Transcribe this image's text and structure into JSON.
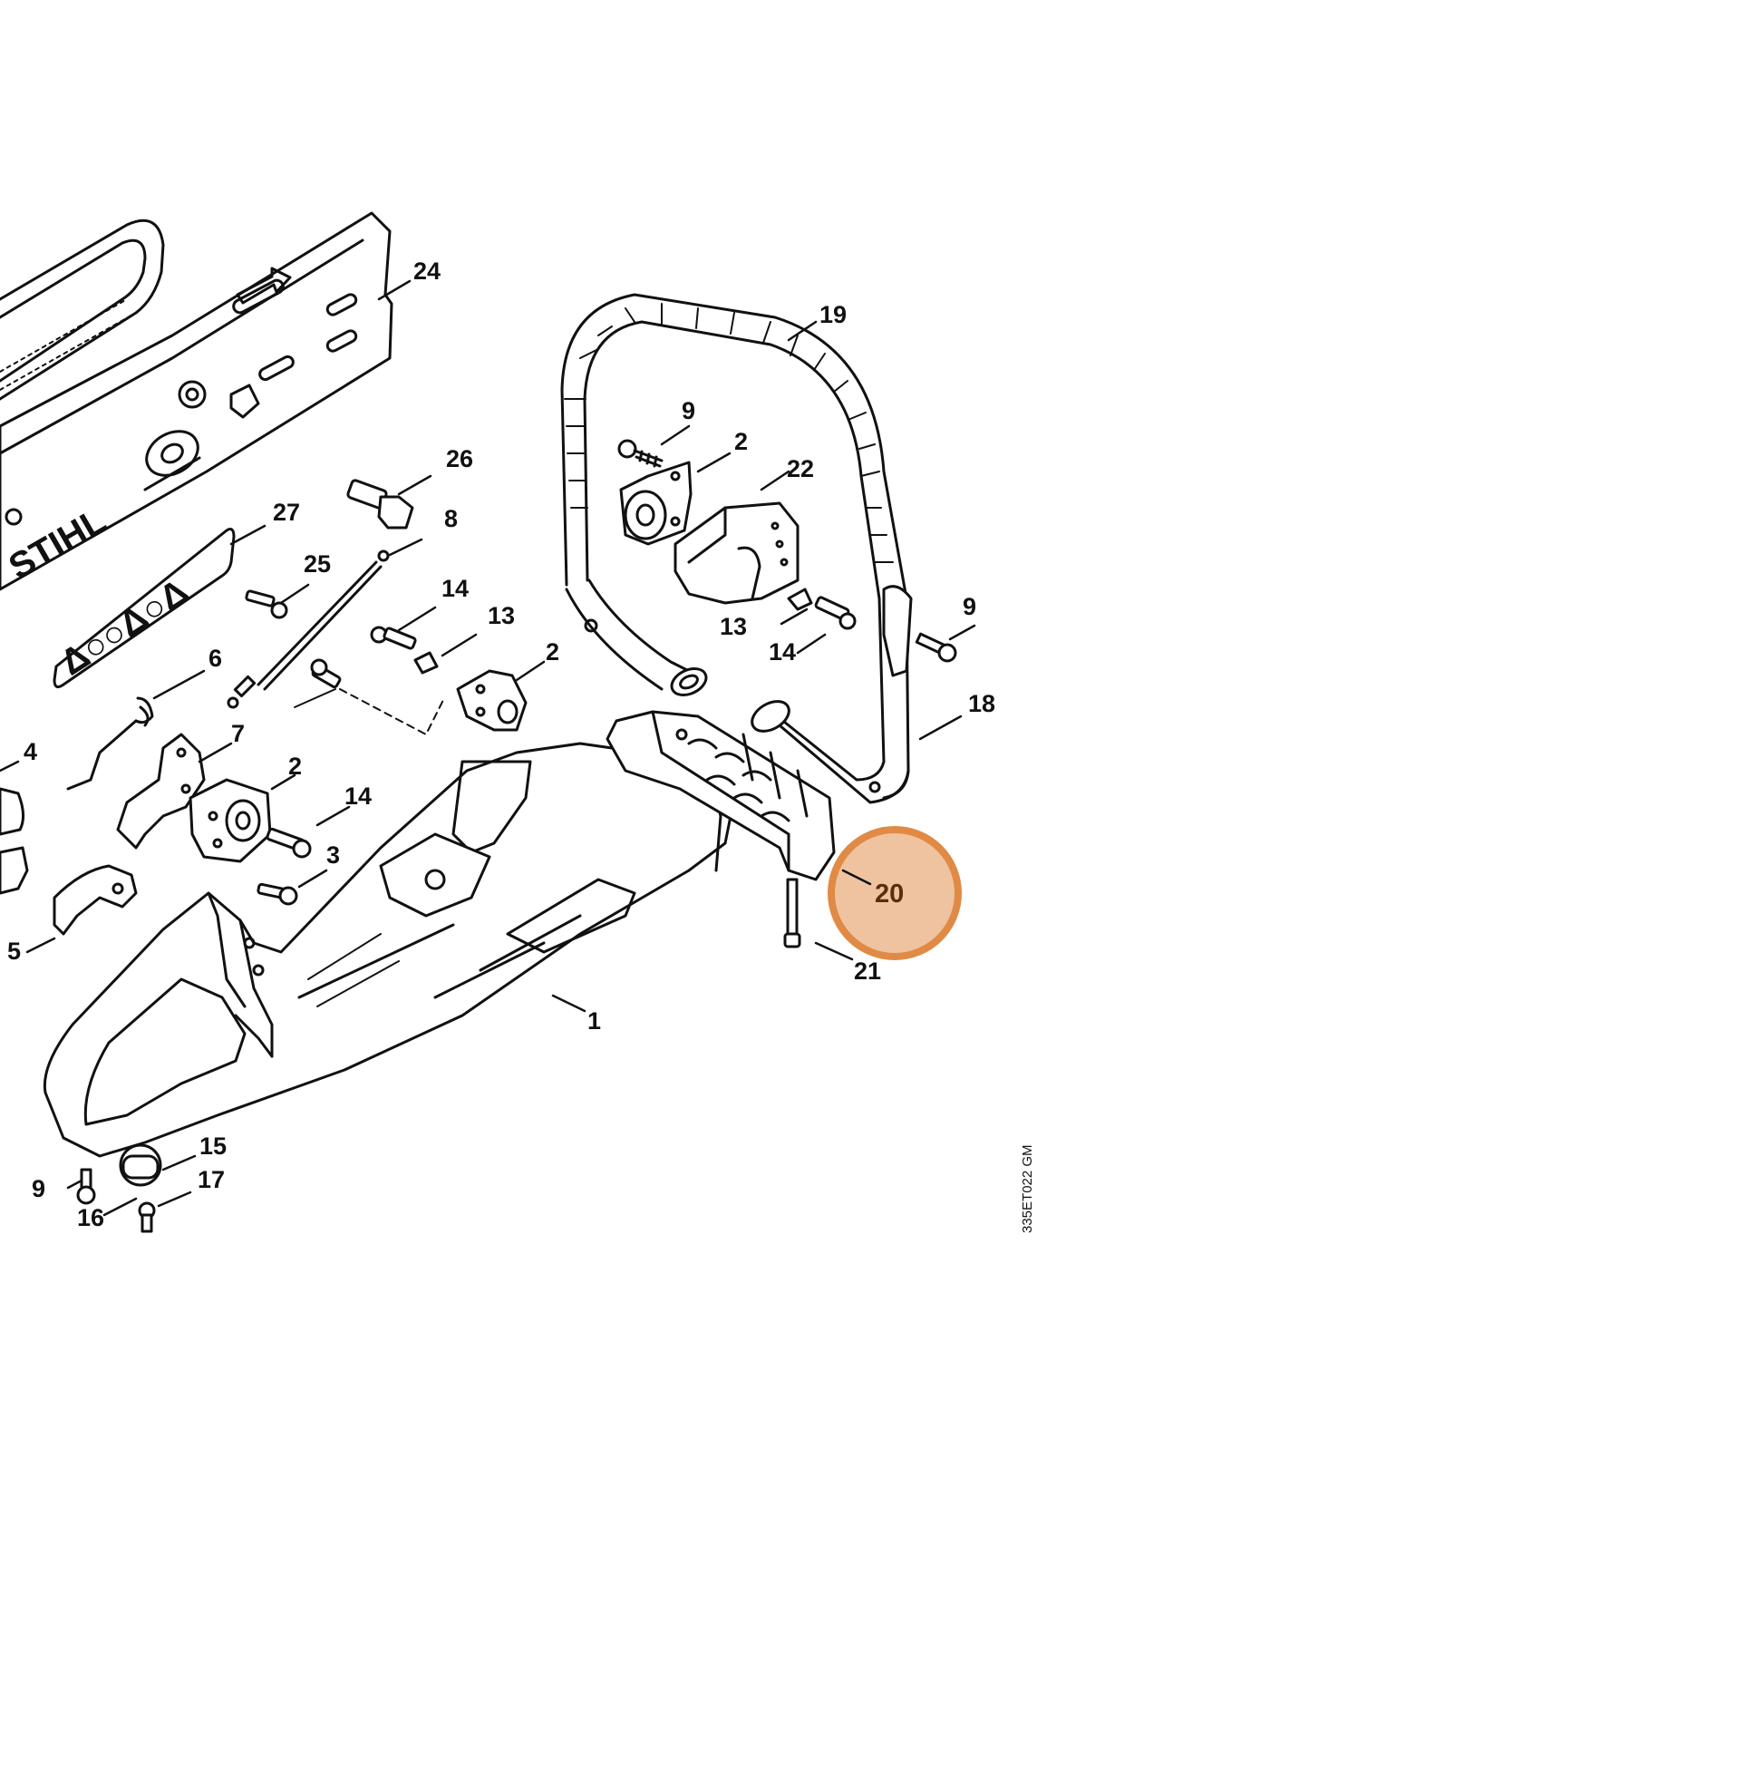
{
  "diagram": {
    "drawing_code": "335ET022 GM",
    "brand_text": "STIHL",
    "decal_symbols": "Δ○○Δ○Δ",
    "highlight_color": "#e08a45",
    "highlight_fill": "#efc3a0",
    "highlighted_part": "20",
    "callouts": [
      "24",
      "19",
      "9",
      "2",
      "22",
      "26",
      "27",
      "8",
      "25",
      "14",
      "13",
      "2",
      "9",
      "14",
      "13",
      "6",
      "18",
      "2",
      "4",
      "7",
      "2",
      "14",
      "3",
      "20",
      "5",
      "21",
      "1",
      "15",
      "9",
      "17",
      "16"
    ]
  }
}
